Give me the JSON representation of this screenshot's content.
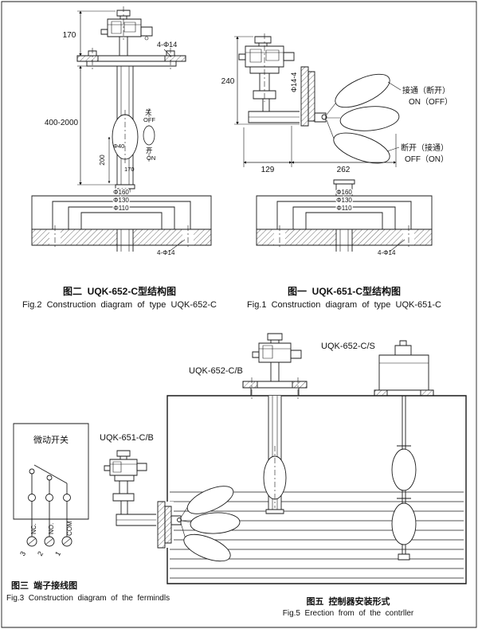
{
  "fig2": {
    "dim_head_height": "170",
    "dim_top_holes": "4-Φ14",
    "dim_insert_length": "400-2000",
    "switch_off_cn": "关",
    "switch_off_en": "OFF",
    "switch_on_cn": "开",
    "switch_on_en": "ON",
    "dim_travel": "200",
    "dim_float_dia": "Φ40",
    "dim_float_len": "170",
    "dia_outer": "Φ160",
    "dia_mid": "Φ130",
    "dia_inner": "Φ110",
    "dim_bottom_holes": "4-Φ14",
    "caption_cn": "图二  UQK-652-C型结构图",
    "caption_en": "Fig.2  Construction  diagram  of  type  UQK-652-C"
  },
  "fig1": {
    "dim_head_height": "240",
    "dim_flange_holes": "Φ14-4",
    "label_on_cn": "接通（断开）",
    "label_on_en": "ON（OFF）",
    "label_off_cn": "断开（接通）",
    "label_off_en": "OFF（ON）",
    "dim_offset": "129",
    "dim_arm": "262",
    "dia_outer": "Φ160",
    "dia_mid": "Φ130",
    "dia_inner": "Φ110",
    "dim_bottom_holes": "4-Φ14",
    "caption_cn": "图一  UQK-651-C型结构图",
    "caption_en": "Fig.1  Construction  diagram  of  type  UQK-651-C"
  },
  "fig3": {
    "title": "微动开关",
    "terminal_nc": "NC.",
    "terminal_no": "NO.",
    "terminal_com": "COM",
    "wire_3": "3",
    "wire_2": "2",
    "wire_1": "1",
    "caption_cn": "图三  端子接线图",
    "caption_en": "Fig.3  Construction  diagram  of  the  fermindls"
  },
  "fig5": {
    "label_652cb": "UQK-652-C/B",
    "label_652cs": "UQK-652-C/S",
    "label_651cb": "UQK-651-C/B",
    "caption_cn": "图五  控制器安装形式",
    "caption_en": "Fig.5  Erection  from  of  the  contrller"
  }
}
